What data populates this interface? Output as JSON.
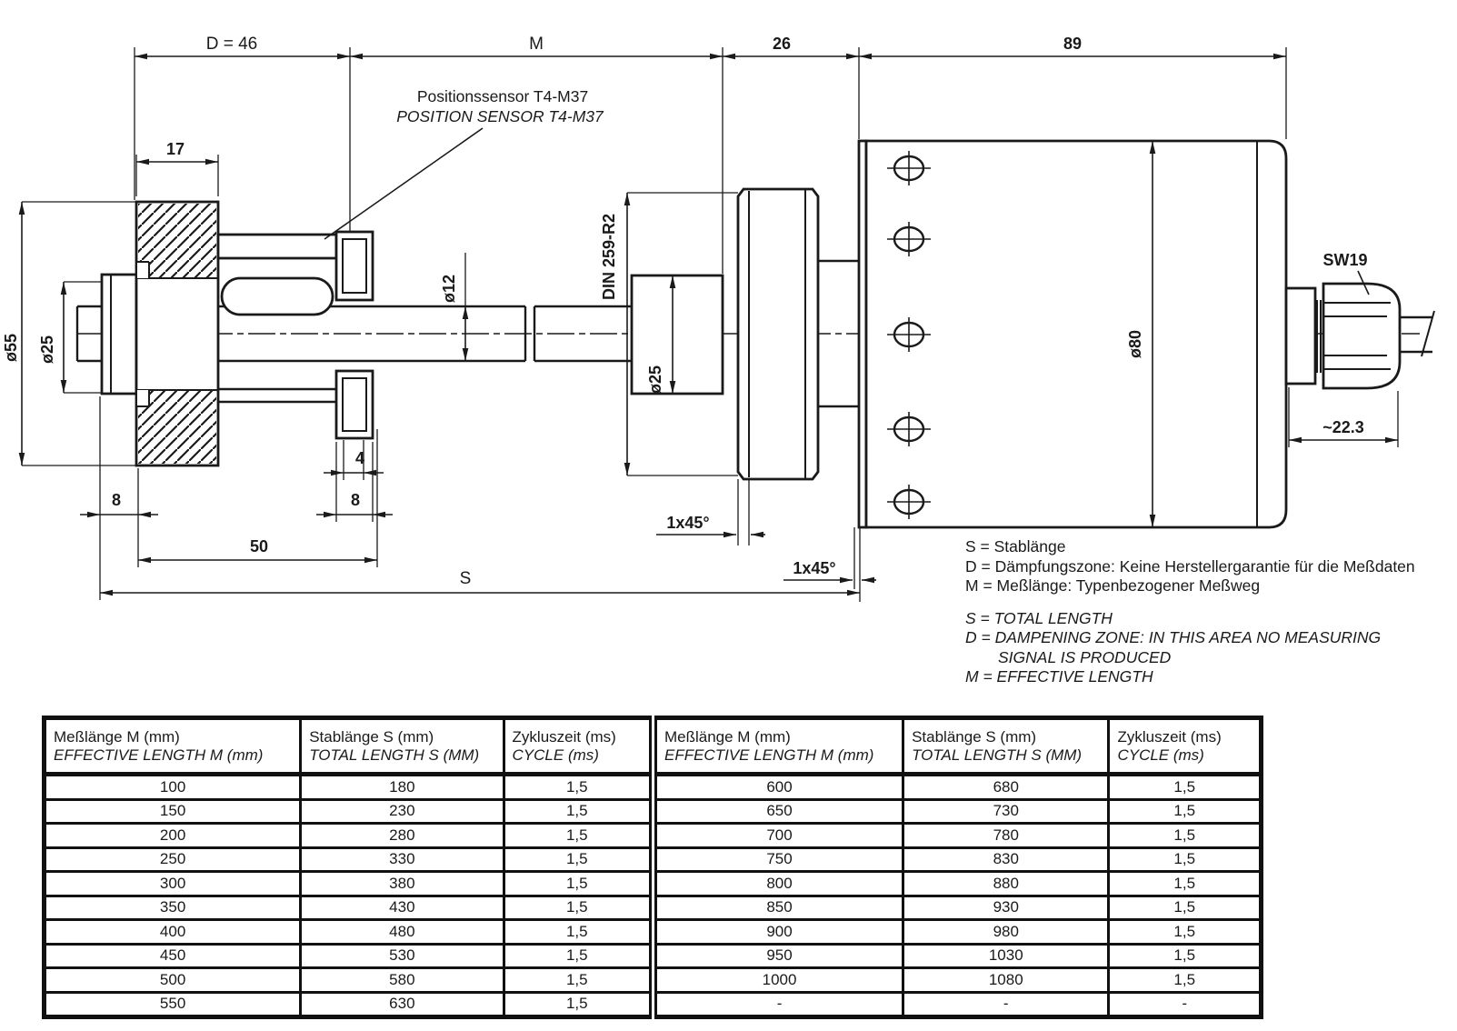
{
  "drawing": {
    "callout": {
      "de": "Positionssensor T4-M37",
      "en": "POSITION SENSOR T4-M37"
    },
    "dims": {
      "damping_zone": "D = 46",
      "effective": "M",
      "flange_gap": "26",
      "body_length": "89",
      "flange_width": "17",
      "disc_offset": "8",
      "bearing_width": "4",
      "bearing_outer": "8",
      "flange_assembly": "50",
      "total": "S",
      "dia_flange": "ø55",
      "dia_disc": "ø25",
      "dia_rod": "ø12",
      "thread": "DIN 259-R2",
      "dia_stub": "ø25",
      "dia_body": "ø80",
      "wrench": "SW19",
      "gland_length": "~22.3",
      "chamfer_1": "1x45°",
      "chamfer_2": "1x45°"
    },
    "legend": {
      "de": [
        "S = Stablänge",
        "D = Dämpfungszone: Keine Herstellergarantie für die Meßdaten",
        "M = Meßlänge: Typenbezogener Meßweg"
      ],
      "en": [
        "S = TOTAL LENGTH",
        "D = DAMPENING ZONE: IN THIS AREA NO MEASURING",
        "SIGNAL IS PRODUCED",
        "M = EFFECTIVE LENGTH"
      ]
    },
    "line_color": "#1a1a1a"
  },
  "table": {
    "columns": [
      {
        "de": "Meßlänge M (mm)",
        "en": "EFFECTIVE LENGTH M (mm)"
      },
      {
        "de": "Stablänge S (mm)",
        "en": "TOTAL LENGTH S (MM)"
      },
      {
        "de": "Zykluszeit (ms)",
        "en": "CYCLE (ms)"
      },
      {
        "de": "Meßlänge M (mm)",
        "en": "EFFECTIVE LENGTH M (mm)"
      },
      {
        "de": "Stablänge S (mm)",
        "en": "TOTAL LENGTH S (MM)"
      },
      {
        "de": "Zykluszeit (ms)",
        "en": "CYCLE (ms)"
      }
    ],
    "rows": [
      [
        "100",
        "180",
        "1,5",
        "600",
        "680",
        "1,5"
      ],
      [
        "150",
        "230",
        "1,5",
        "650",
        "730",
        "1,5"
      ],
      [
        "200",
        "280",
        "1,5",
        "700",
        "780",
        "1,5"
      ],
      [
        "250",
        "330",
        "1,5",
        "750",
        "830",
        "1,5"
      ],
      [
        "300",
        "380",
        "1,5",
        "800",
        "880",
        "1,5"
      ],
      [
        "350",
        "430",
        "1,5",
        "850",
        "930",
        "1,5"
      ],
      [
        "400",
        "480",
        "1,5",
        "900",
        "980",
        "1,5"
      ],
      [
        "450",
        "530",
        "1,5",
        "950",
        "1030",
        "1,5"
      ],
      [
        "500",
        "580",
        "1,5",
        "1000",
        "1080",
        "1,5"
      ],
      [
        "550",
        "630",
        "1,5",
        "-",
        "-",
        "-"
      ]
    ]
  }
}
